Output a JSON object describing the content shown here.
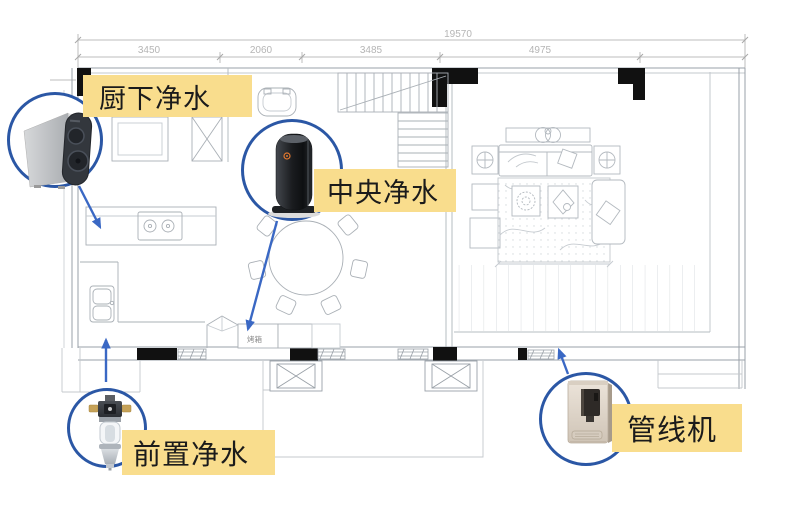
{
  "diagram": {
    "dims": {
      "overall": "19570",
      "s1": "3450",
      "s2": "2060",
      "s3": "3485",
      "s4": "4975"
    },
    "plan_text": {
      "oven": "烤箱"
    },
    "callouts": {
      "under_sink": "厨下净水",
      "central": "中央净水",
      "prefilter": "前置净水",
      "pipeline": "管线机"
    },
    "colors": {
      "label_bg": "#F9DD8D",
      "label_text": "#1b1b1b",
      "circle_stroke": "#2b57a5",
      "arrow_blue": "#3a68c4",
      "logo_orange": "#dd7733",
      "plan_line": "#9aa1a8",
      "wall_black": "#111111"
    }
  }
}
